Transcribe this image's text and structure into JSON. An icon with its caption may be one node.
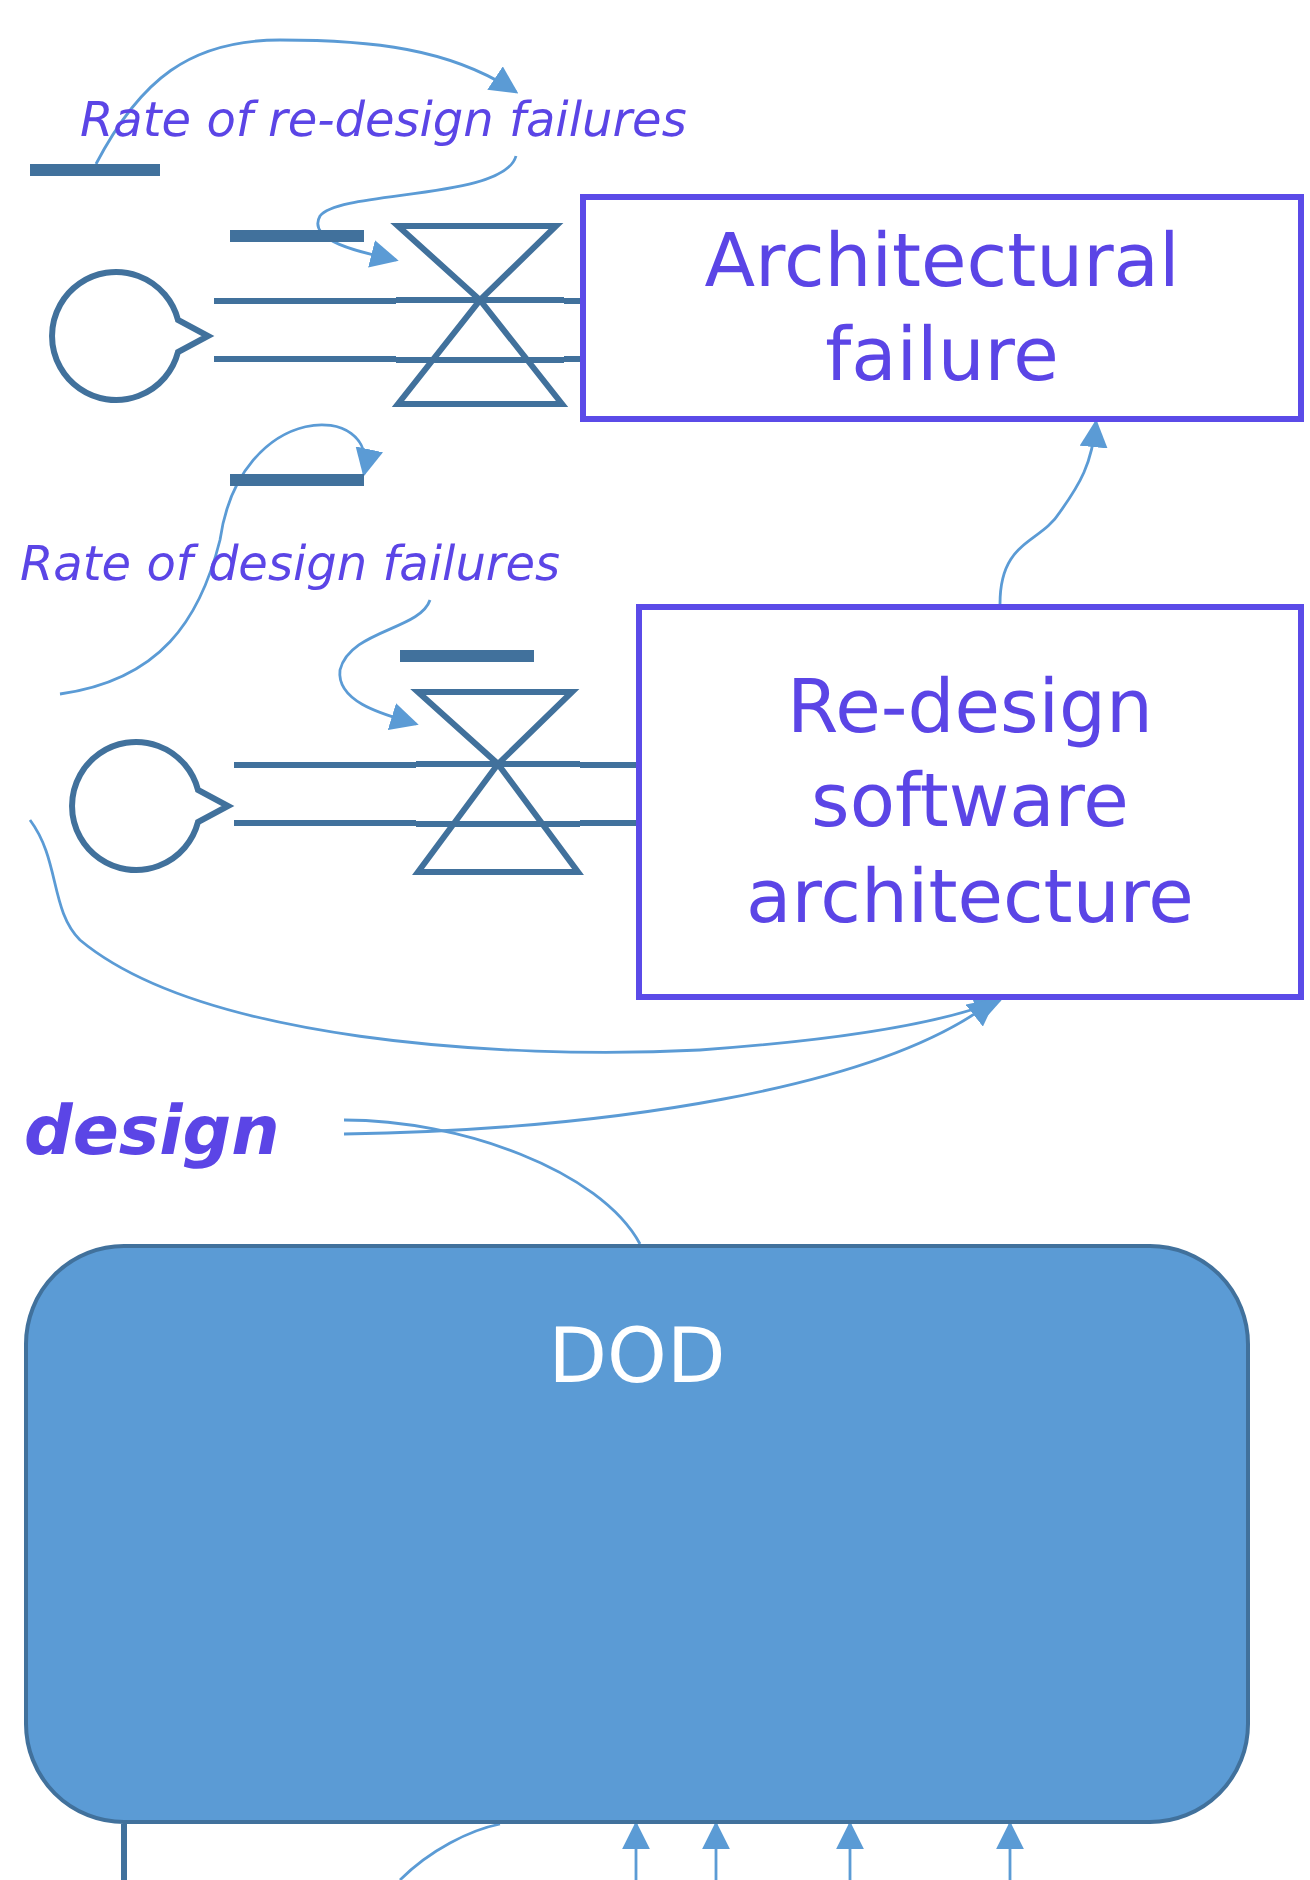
{
  "diagram": {
    "nodes": [
      {
        "text": [
          "Rate of re-design failures"
        ]
      },
      {
        "text": [],
        "shape": "bar"
      },
      {
        "text": [],
        "shape": "bar"
      },
      {
        "text": [
          "Architectural failure"
        ]
      },
      {
        "text": [],
        "shape": "cloud"
      },
      {
        "text": [],
        "shape": "valve"
      },
      {
        "text": [],
        "shape": "bar"
      },
      {
        "text": [
          "Rate of design failures"
        ]
      },
      {
        "text": [],
        "shape": "bar"
      },
      {
        "text": [
          "Re-design software architecture"
        ]
      },
      {
        "text": [],
        "shape": "cloud"
      },
      {
        "text": [],
        "shape": "valve"
      },
      {
        "text": [
          "design"
        ]
      },
      {
        "text": [
          "DOD"
        ]
      }
    ],
    "edges": [
      {
        "from": 1,
        "to": 0,
        "arrow": "to"
      },
      {
        "from": 0,
        "to": 5,
        "arrow": "to"
      },
      {
        "from": 4,
        "to": 5,
        "arrow": "none",
        "style": "thick",
        "color": "#41719c"
      },
      {
        "from": 5,
        "to": 3,
        "arrow": "none",
        "style": "thick",
        "color": "#41719c"
      },
      {
        "from": null,
        "to": 6,
        "arrow": "to"
      },
      {
        "from": 7,
        "to": 11,
        "arrow": "to"
      },
      {
        "from": 10,
        "to": 11,
        "arrow": "none",
        "style": "thick",
        "color": "#41719c"
      },
      {
        "from": 11,
        "to": 9,
        "arrow": "none",
        "style": "thick",
        "color": "#41719c"
      },
      {
        "from": 9,
        "to": 3,
        "arrow": "to"
      },
      {
        "from": null,
        "to": 9,
        "arrow": "to"
      },
      {
        "from": 12,
        "to": 9,
        "arrow": "to"
      },
      {
        "from": 12,
        "to": 13,
        "arrow": "none"
      },
      {
        "from": 13,
        "to": null,
        "arrow": "none",
        "style": "thick",
        "color": "#41719c"
      },
      {
        "from": null,
        "to": 13,
        "arrow": "none"
      },
      {
        "from": null,
        "to": 13,
        "arrow": "to"
      },
      {
        "from": null,
        "to": 13,
        "arrow": "to"
      },
      {
        "from": null,
        "to": 13,
        "arrow": "to"
      },
      {
        "from": null,
        "to": 13,
        "arrow": "to"
      }
    ]
  }
}
